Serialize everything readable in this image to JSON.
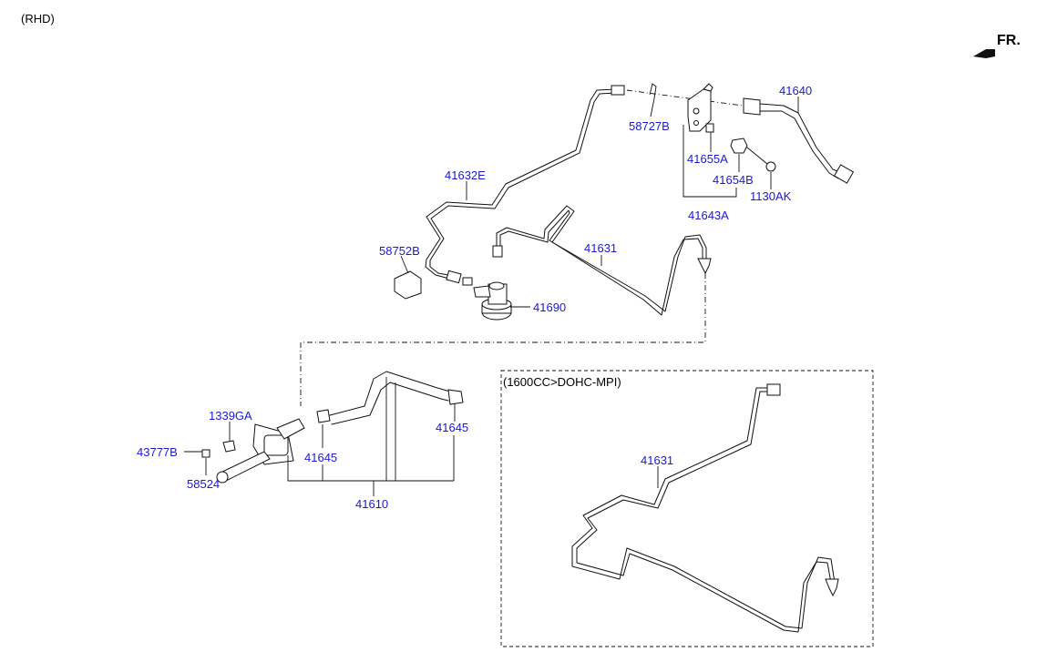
{
  "header": {
    "note": "(RHD)",
    "direction": "FR."
  },
  "variant_box": {
    "title": "(1600CC>DOHC-MPI)"
  },
  "parts": {
    "p41640": "41640",
    "p58727B": "58727B",
    "p41655A": "41655A",
    "p41654B": "41654B",
    "p1130AK": "1130AK",
    "p41643A": "41643A",
    "p41632E": "41632E",
    "p58752B": "58752B",
    "p41631": "41631",
    "p41690": "41690",
    "p1339GA": "1339GA",
    "p43777B": "43777B",
    "p58524": "58524",
    "p41645a": "41645",
    "p41645b": "41645",
    "p41610": "41610",
    "p41631b": "41631"
  },
  "colors": {
    "label": "#1a1ad6",
    "line": "#111111"
  }
}
